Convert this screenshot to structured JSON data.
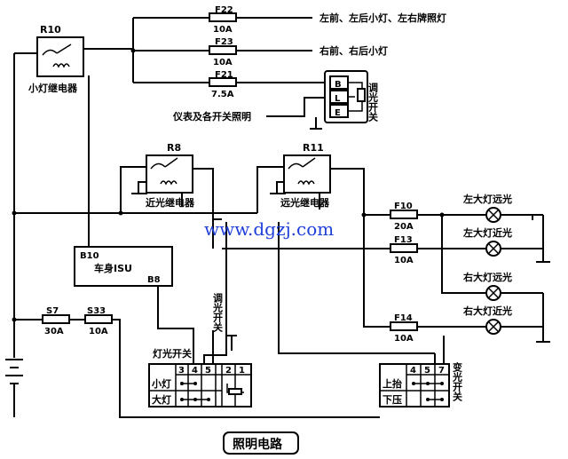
{
  "relays": {
    "r10": {
      "id": "R10",
      "name": "小灯继电器"
    },
    "r8": {
      "id": "R8",
      "name": "近光继电器"
    },
    "r11": {
      "id": "R11",
      "name": "远光继电器"
    }
  },
  "fuses": {
    "f22": {
      "id": "F22",
      "rating": "10A"
    },
    "f23": {
      "id": "F23",
      "rating": "10A"
    },
    "f21": {
      "id": "F21",
      "rating": "7.5A"
    },
    "f10": {
      "id": "F10",
      "rating": "20A"
    },
    "f13": {
      "id": "F13",
      "rating": "10A"
    },
    "f14": {
      "id": "F14",
      "rating": "10A"
    },
    "s7": {
      "id": "S7",
      "rating": "30A"
    },
    "s33": {
      "id": "S33",
      "rating": "10A"
    }
  },
  "loads": {
    "f22_target": "左前、左后小灯、左右牌照灯",
    "f23_target": "右前、右后小灯",
    "f21_target": "仪表及各开关照明"
  },
  "dimmer_top": {
    "title": "调光开关",
    "terminals": [
      "B",
      "L",
      "E"
    ]
  },
  "isu": {
    "name": "车身ISU",
    "pin_in": "B10",
    "pin_out": "B8"
  },
  "watermark": "www.dgzj.com",
  "lamps": [
    "左大灯远光",
    "左大灯近光",
    "右大灯远光",
    "右大灯近光"
  ],
  "light_switch": {
    "title": "灯光开关",
    "pins": [
      "3",
      "4",
      "5",
      "2",
      "1"
    ],
    "rows": [
      "小灯",
      "大灯"
    ]
  },
  "dimmer_bottom": {
    "title": "调光开关"
  },
  "beam_switch": {
    "title": "变光开关",
    "pins": [
      "4",
      "5",
      "7"
    ],
    "rows": [
      "上抬",
      "下压"
    ]
  },
  "caption": "照明电路"
}
